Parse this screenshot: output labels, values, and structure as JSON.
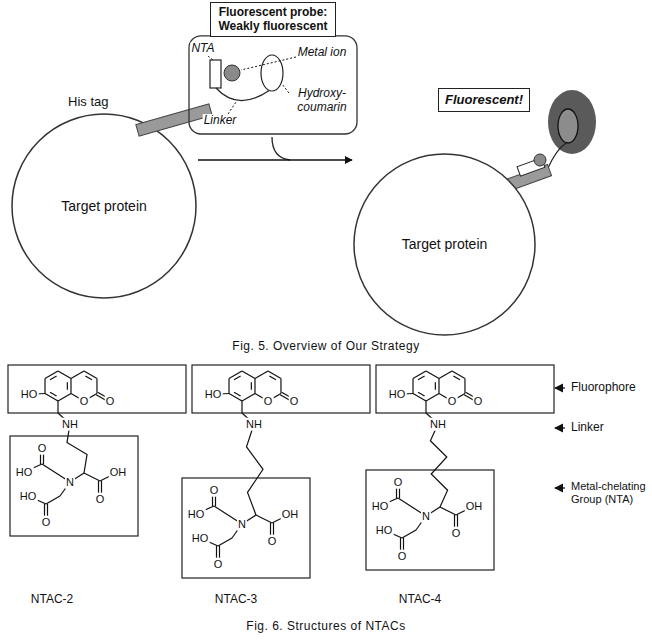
{
  "diagram": {
    "nodes": [
      {
        "text": [
          "Target protein"
        ]
      },
      {
        "text": [
          "His tag"
        ]
      },
      {
        "text": [
          "Fluorescent probe: Weakly fluorescent"
        ]
      },
      {
        "text": [
          "Target protein"
        ]
      },
      {
        "text": [
          "Fluorescent!"
        ]
      }
    ],
    "edges": [
      {
        "from": 0,
        "to": 3,
        "arrow": "to"
      }
    ],
    "labels": [
      "NTA",
      "Metal ion",
      "Linker",
      "Hydroxy-coumarin",
      "Fig. 5. Overview of Our Strategy",
      "HO",
      "O",
      "O",
      "NH",
      "HO",
      "O",
      "N",
      "OH",
      "O",
      "HO",
      "O",
      "HO",
      "O",
      "O",
      "NH",
      "HO",
      "O",
      "N",
      "OH",
      "O",
      "HO",
      "O",
      "HO",
      "O",
      "O",
      "NH",
      "HO",
      "O",
      "N",
      "OH",
      "O",
      "HO",
      "O",
      "NTAC-2",
      "NTAC-3",
      "NTAC-4",
      "Fluorophore",
      "Linker",
      "Metal-chelating Group (NTA)",
      "Fig. 6. Structures of NTACs"
    ]
  }
}
